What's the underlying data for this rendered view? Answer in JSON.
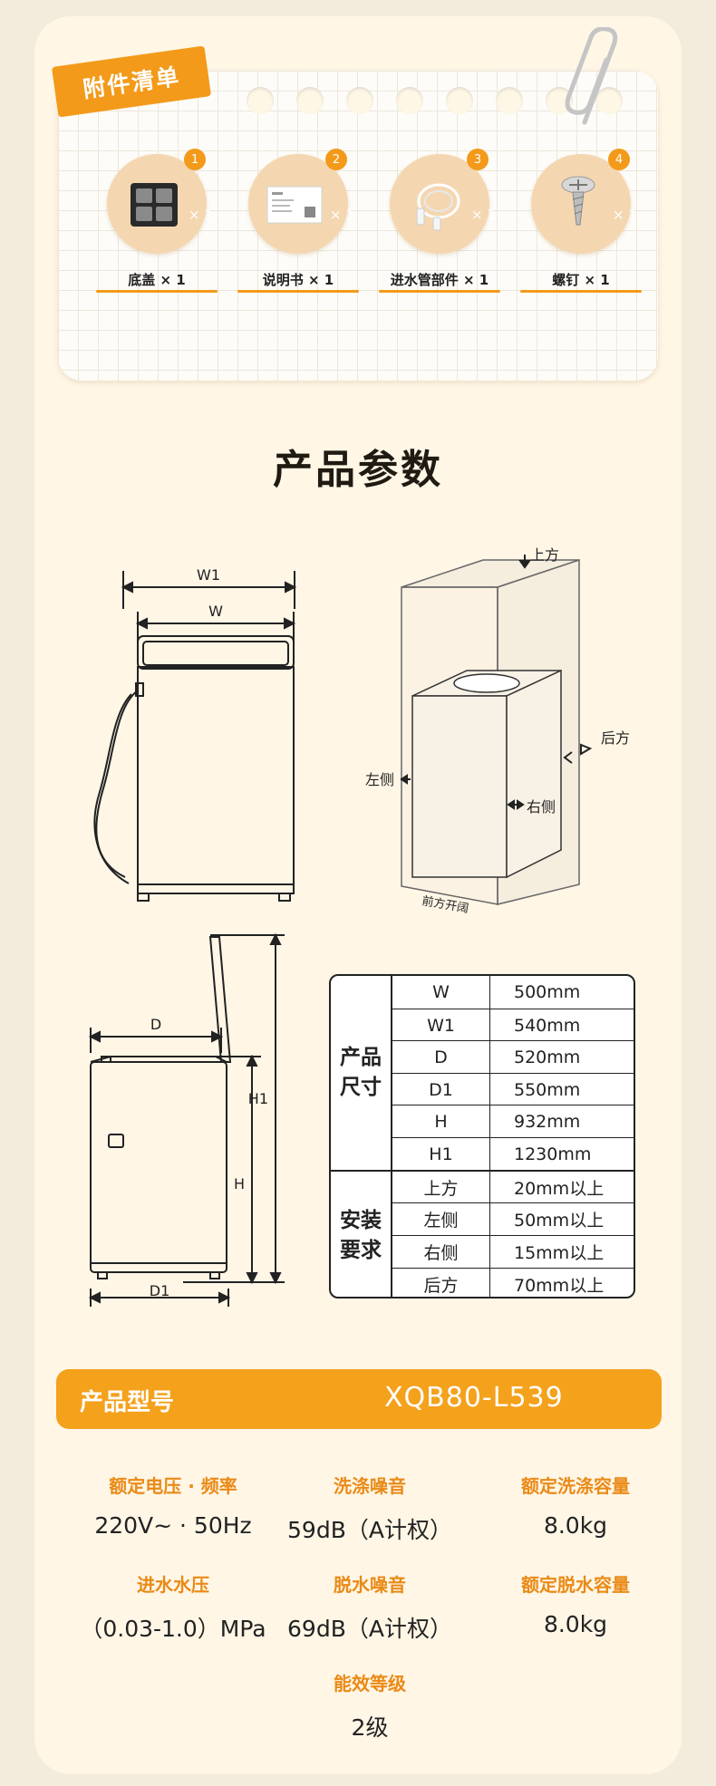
{
  "accessories": {
    "title": "附件清单",
    "items": [
      {
        "badge": "1",
        "qty": "× 1",
        "label": "底盖 × 1"
      },
      {
        "badge": "2",
        "qty": "× 1",
        "label": "说明书 × 1"
      },
      {
        "badge": "3",
        "qty": "× 1",
        "label": "进水管部件 × 1"
      },
      {
        "badge": "4",
        "qty": "× 1",
        "label": "螺钉 × 1"
      }
    ]
  },
  "section_title": "产品参数",
  "diagram": {
    "front": {
      "w1": "W1",
      "w": "W"
    },
    "clearance": {
      "top": "上方",
      "back": "后方",
      "left": "左侧",
      "right": "右侧",
      "front": "前方开阔"
    },
    "side": {
      "d": "D",
      "d1": "D1",
      "h": "H",
      "h1": "H1"
    }
  },
  "spec_table": {
    "groups": [
      {
        "name": "产品\n尺寸",
        "rows": [
          {
            "k": "W",
            "v": "500mm"
          },
          {
            "k": "W1",
            "v": "540mm"
          },
          {
            "k": "D",
            "v": "520mm"
          },
          {
            "k": "D1",
            "v": "550mm"
          },
          {
            "k": "H",
            "v": "932mm"
          },
          {
            "k": "H1",
            "v": "1230mm"
          }
        ]
      },
      {
        "name": "安装\n要求",
        "rows": [
          {
            "k": "上方",
            "v": "20mm以上"
          },
          {
            "k": "左侧",
            "v": "50mm以上"
          },
          {
            "k": "右侧",
            "v": "15mm以上"
          },
          {
            "k": "后方",
            "v": "70mm以上"
          }
        ]
      }
    ]
  },
  "model": {
    "label": "产品型号",
    "value": "XQB80-L539"
  },
  "params": [
    {
      "label": "额定电压 · 频率",
      "value": "220V~ · 50Hz"
    },
    {
      "label": "洗涤噪音",
      "value": "59dB（A计权）"
    },
    {
      "label": "额定洗涤容量",
      "value": "8.0kg"
    },
    {
      "label": "进水水压",
      "value": "（0.03-1.0）MPa"
    },
    {
      "label": "脱水噪音",
      "value": "69dB（A计权）"
    },
    {
      "label": "额定脱水容量",
      "value": "8.0kg"
    },
    {
      "label": "能效等级",
      "value": "2级"
    }
  ],
  "colors": {
    "accent": "#f4a11c",
    "accent_text": "#ea8a16",
    "background": "#fff6e6"
  }
}
